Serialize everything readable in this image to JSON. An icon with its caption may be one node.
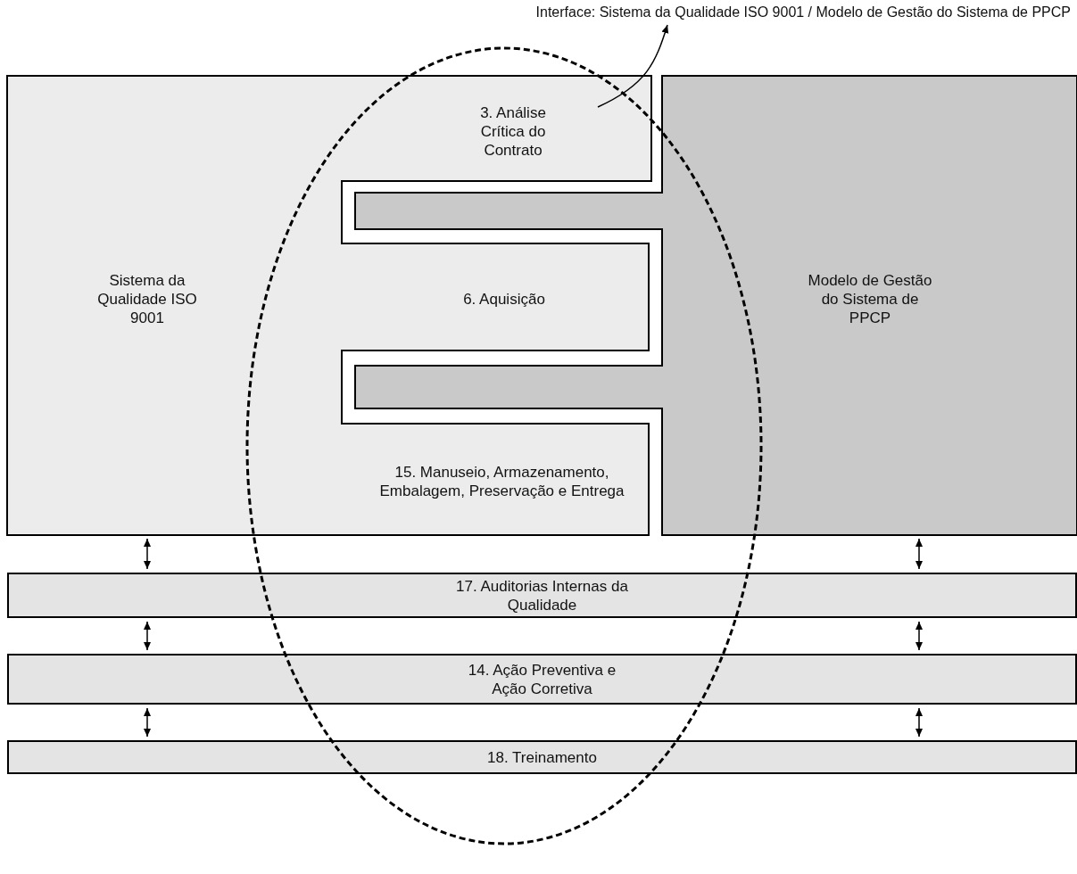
{
  "diagram": {
    "nodes": [
      {
        "text": [
          "Interface: Sistema da Qualidade ISO 9001 / Modelo de Gestão do Sistema de PPCP"
        ]
      },
      {
        "text": [],
        "shape": "ellipse"
      },
      {
        "text": [
          "Sistema da Qualidade ISO 9001"
        ]
      },
      {
        "text": [
          "3. Análise Crítica do Contrato"
        ]
      },
      {
        "text": [
          "6. Aquisição"
        ]
      },
      {
        "text": [
          "15. Manuseio, Armazenamento, Embalagem, Preservação e Entrega"
        ]
      },
      {
        "text": [
          "Modelo de Gestão do Sistema de PPCP"
        ]
      },
      {
        "text": [
          "17. Auditorias Internas da Qualidade"
        ]
      },
      {
        "text": [
          "14. Ação Preventiva e Ação Corretiva"
        ]
      },
      {
        "text": [
          "18. Treinamento"
        ]
      }
    ],
    "edges": [
      {
        "from": 1,
        "to": 0,
        "arrow": "to"
      },
      {
        "from": 2,
        "to": 7,
        "arrow": "both"
      },
      {
        "from": 6,
        "to": 7,
        "arrow": "both"
      },
      {
        "from": 7,
        "to": 8,
        "arrow": "both"
      },
      {
        "from": 7,
        "to": 8,
        "arrow": "both"
      },
      {
        "from": 8,
        "to": 9,
        "arrow": "both"
      },
      {
        "from": 8,
        "to": 9,
        "arrow": "both"
      }
    ]
  }
}
